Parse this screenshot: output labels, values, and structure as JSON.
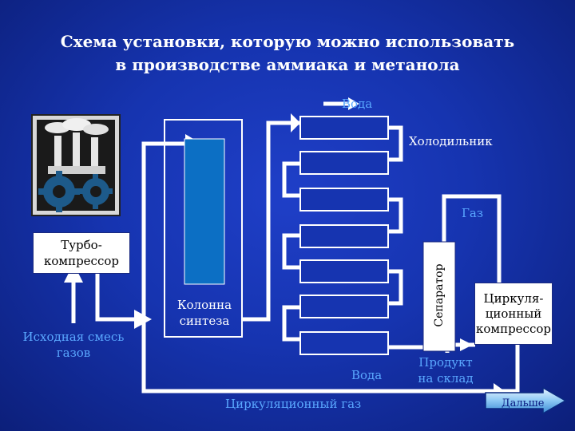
{
  "title": {
    "line1": "Схема установки, которую можно использовать",
    "line2": "в производстве аммиака и метанола"
  },
  "labels": {
    "water_top": "Вода",
    "cooler": "Холодильник",
    "gas": "Газ",
    "turbo_line1": "Турбо-",
    "turbo_line2": "компрессор",
    "column_line1": "Колонна",
    "column_line2": "синтеза",
    "separator": "Сепаратор",
    "circ_comp_line1": "Циркуля-",
    "circ_comp_line2": "ционный",
    "circ_comp_line3": "компрессор",
    "feed_line1": "Исходная смесь",
    "feed_line2": "газов",
    "water_bottom": "Вода",
    "product_line1": "Продукт",
    "product_line2": "на склад",
    "circulation_gas": "Циркуляционный газ"
  },
  "nav": {
    "next_label": "Дальше"
  },
  "colors": {
    "background": "#1634b0",
    "line": "#ffffff",
    "caption_cyan": "#5aa8ff",
    "column_core": "#0c6fc4"
  },
  "icons": {
    "factory": "factory-gears-icon",
    "next": "arrow-right-icon"
  }
}
